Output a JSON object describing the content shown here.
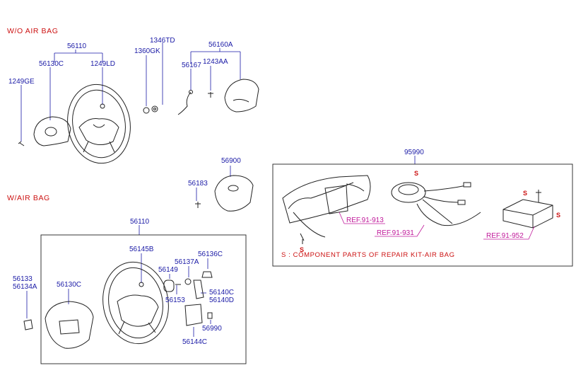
{
  "sections": {
    "without_airbag": "W/O AIR BAG",
    "with_airbag": "W/AIR BAG"
  },
  "labels": {
    "p56110_top": "56110",
    "p56130c_top": "56130C",
    "p1249ld": "1249LD",
    "p1249ge": "1249GE",
    "p1346td": "1346TD",
    "p1360gk": "1360GK",
    "p56160a": "56160A",
    "p56167": "56167",
    "p1243aa": "1243AA",
    "p56900": "56900",
    "p56183": "56183",
    "p95990": "95990",
    "p56110_bot": "56110",
    "p56145b": "56145B",
    "p56133": "56133",
    "p56134a": "56134A",
    "p56130c_bot": "56130C",
    "p56149": "56149",
    "p56137a": "56137A",
    "p56136c": "56136C",
    "p56153": "56153",
    "p56140c": "56140C",
    "p56140d": "56140D",
    "p56990": "56990",
    "p56144c": "56144C"
  },
  "refs": {
    "r913": "REF.91-913",
    "r931": "REF.91-931",
    "r952": "REF.91-952"
  },
  "markers": {
    "s": "S"
  },
  "note": "S : COMPONENT PARTS OF REPAIR KIT-AIR BAG",
  "colors": {
    "label": "#1a1aa6",
    "section": "#cc1111",
    "reference": "#c0189a",
    "line_art": "#222222"
  }
}
